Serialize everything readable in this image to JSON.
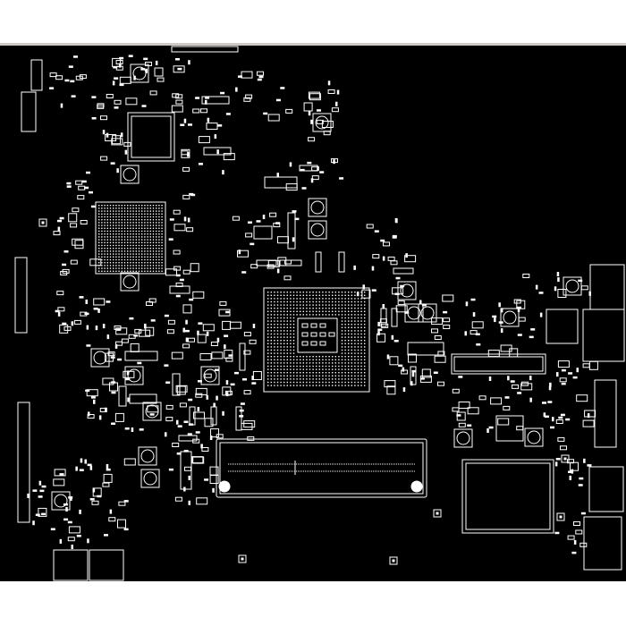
{
  "viewer": {
    "background_color": "#ffffff",
    "toolbar_edge_color": "#cfcac4"
  },
  "board": {
    "background_color": "#000000",
    "outline_color": "#ffffff",
    "components": {
      "cpu_socket": "bga-grid",
      "southbridge": "bga-grid",
      "memory_slot": "dimm-connector",
      "ec_chip": "qfp",
      "right_ic": "qfp",
      "card_reader": "qfp",
      "usb_ports": "connector",
      "edge_connectors": "connector"
    }
  }
}
